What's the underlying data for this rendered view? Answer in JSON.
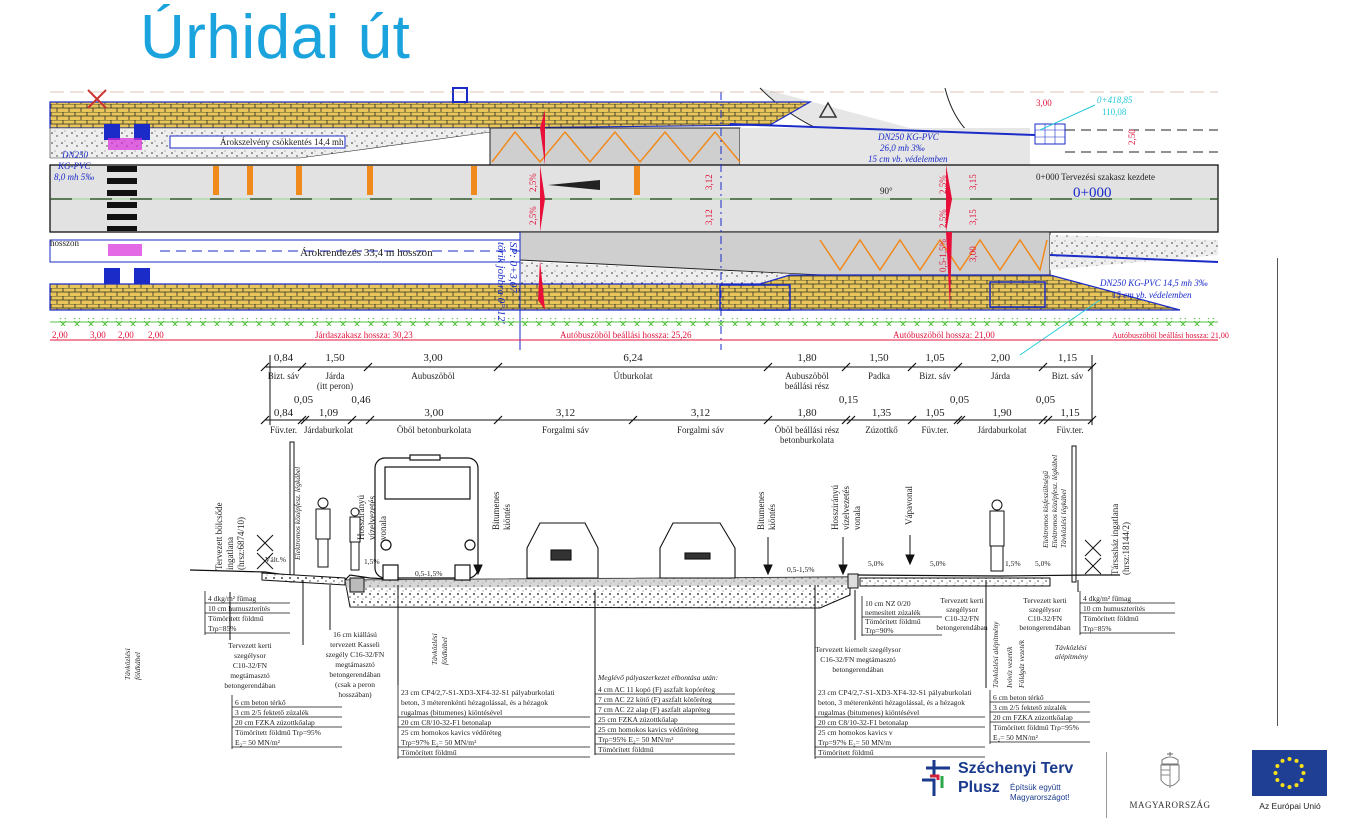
{
  "title": "Úrhidai út",
  "plan": {
    "pipe_left": [
      "DN250",
      "KG-PVC",
      "8,0 mh 5‰"
    ],
    "ditch_upper": "Árokszelvény csökkentés 14,4 mh",
    "ditch_lower": "Árokrendezés 33,4 m hosszon",
    "hosszon": "hosszon",
    "sp_label": "SP: 0+3,07",
    "tork_label": "törik jobbra 0° 12'",
    "pipe_upper_right": [
      "DN250 KG-PVC",
      "26,0 mh 3‰",
      "15 cm vb. védelemben"
    ],
    "pipe_lower_right": [
      "DN250 KG-PVC 14,5 mh 3‰",
      "15 cm vb. védelemben"
    ],
    "station_note": "0+000 Tervezési szakasz kezdete",
    "station": "0+000",
    "chainage": [
      "0+418,85",
      "110,08"
    ],
    "slopes": [
      "2,5%",
      "2,5%",
      "0,5-1,5%"
    ],
    "dims_v": [
      "3,12",
      "3,12",
      "3,15",
      "3,15",
      "3,00",
      "2,50"
    ],
    "dim_top": "3,00",
    "angle": "90°",
    "bottom_dims": [
      "2,00",
      "3,00",
      "2,00",
      "2,00"
    ],
    "lengths": [
      "Járdaszakasz hossza: 30,23",
      "Autóbuszöböl beállási hossza: 25,26",
      "Autóbuszöböl hossza: 21,00",
      "Autóbuszöböl beállási hossza: 21,00"
    ]
  },
  "dimensions": {
    "row1": [
      {
        "value": "0,84",
        "label": "Bizt. sáv"
      },
      {
        "value": "1,50",
        "label": "Járda",
        "label2": "(itt peron)"
      },
      {
        "value": "3,00",
        "label": "Aubuszöböl"
      },
      {
        "value": "6,24",
        "label": "Útburkolat"
      },
      {
        "value": "1,80",
        "label": "Aubuszöböl",
        "label2": "beállási rész"
      },
      {
        "value": "1,50",
        "label": "Padka"
      },
      {
        "value": "1,05",
        "label": "Bizt. sáv"
      },
      {
        "value": "2,00",
        "label": "Járda"
      },
      {
        "value": "1,15",
        "label": "Bizt. sáv"
      }
    ],
    "row2": [
      {
        "value": "0,84",
        "label": "Füv.ter."
      },
      {
        "value": "0,05",
        "label": ""
      },
      {
        "value": "1,09",
        "label": "Járdaburkolat"
      },
      {
        "value": "0,46",
        "label": ""
      },
      {
        "value": "3,00",
        "label": "Öböl betonburkolata"
      },
      {
        "value": "3,12",
        "label": "Forgalmi sáv"
      },
      {
        "value": "3,12",
        "label": "Forgalmi sáv"
      },
      {
        "value": "1,80",
        "label": "Öböl beállási rész",
        "label2": "betonburkolata"
      },
      {
        "value": "0,15",
        "label": ""
      },
      {
        "value": "1,35",
        "label": "Zúzottkő"
      },
      {
        "value": "1,05",
        "label": "Füv.ter."
      },
      {
        "value": "0,05",
        "label": ""
      },
      {
        "value": "1,90",
        "label": "Járdaburkolat"
      },
      {
        "value": "0,05",
        "label": ""
      },
      {
        "value": "1,15",
        "label": "Füv.ter."
      }
    ]
  },
  "section": {
    "left_property": [
      "Tervezett bölcsőde",
      "ingatlana",
      "(hrsz:6874/10)"
    ],
    "right_property": [
      "Társasház ingatlana",
      "(hrsz:18144/2)"
    ],
    "cable_left": "Elektromos középfesz. légkábel",
    "cable_right": [
      "Elektromos kisfeszültségű",
      "Elektromos középfesz. légkábel",
      "Távközlési légkábel"
    ],
    "drain_left": [
      "Hosszirányú",
      "vízelvezetés",
      "vonala"
    ],
    "bitumen_left": [
      "Bitumenes",
      "kiöntés"
    ],
    "bitumen_right": [
      "Bitumenes",
      "kiöntés"
    ],
    "drain_right": [
      "Hosszirányú",
      "vízelvezetés",
      "vonala"
    ],
    "valley": "Vápavonal",
    "slopes": [
      "Vált.%",
      "1,5%",
      "0,5-1,5%",
      "0,5-1,5%",
      "5,0%",
      "5,0%",
      "1,5%",
      "5,0%"
    ],
    "telecom": [
      "Távközlési",
      "földkábel"
    ],
    "curb_left": [
      "Tervezett kerti",
      "szegélysor",
      "C10-32/FN",
      "megtámasztó",
      "betongerendában"
    ],
    "curb_kassel": [
      "16 cm kiállású",
      "tervezett Kasseli",
      "szegély C16-32/FN",
      "megtámasztó",
      "betongerendában",
      "(csak a peron",
      "hosszában)"
    ],
    "curb_raised": [
      "Tervezett kiemelt szegélysor",
      "C16-32/FN megtámasztó",
      "betongerendában"
    ],
    "curb_right1": [
      "Tervezett kerti",
      "szegélysor",
      "C10-32/FN",
      "betongerendában"
    ],
    "curb_right2": [
      "Tervezett kerti",
      "szegélysor",
      "C10-32/FN",
      "betongerendában"
    ],
    "utilities_right": [
      "Földgáz vezeték",
      "Ivóvíz vezeték",
      "Távközlési alépítmény"
    ],
    "telecom_right": [
      "Távközlési",
      "alépítmény"
    ]
  },
  "layers": {
    "grass_left": [
      "4 dkg/m² fűmag",
      "10 cm humuszterítés",
      "Tömörített földmű",
      "Trρ=85%"
    ],
    "grass_right": [
      "4 dkg/m² fűmag",
      "10 cm humuszterítés",
      "Tömörített földmű",
      "Trρ=85%"
    ],
    "sidewalk_left": [
      "6 cm beton térkő",
      "3 cm 2/5 fektető zúzalék",
      "20 cm FZKA zúzottkőalap",
      "Tömörített földmű Trρ=95%",
      "E₂= 50 MN/m²"
    ],
    "sidewalk_right": [
      "6 cm beton térkő",
      "3 cm 2/5 fektető zúzalék",
      "20 cm FZKA zúzottkőalap",
      "Tömörített földmű Trρ=95%",
      "E₂= 50 MN/m²"
    ],
    "bay_left": [
      "23 cm CP4/2,7-S1-XD3-XF4-32-S1 pályaburkolati",
      "beton, 3 méterenkénti hézagolással, és a hézagok",
      "rugalmas (bitumenes) kiöntésével",
      "20 cm C8/10-32-F1 betonalap",
      "25 cm homokos kavics védőréteg",
      "Trρ=97% E₂= 50 MN/m²",
      "Tömörített földmű"
    ],
    "existing_title": "Meglévő pályaszerkezet elbontása után:",
    "existing": [
      "4 cm AC 11 kopó (F) aszfalt kopóréteg",
      "7 cm AC 22 kötő (F) aszfalt kötőréteg",
      "7 cm AC 22 alap (F) aszfalt alapréteg",
      "25 cm FZKA zúzottkőalap",
      "25 cm homokos kavics védőréteg",
      "Trρ=95% E₂= 50 MN/m²",
      "Tömörített földmű"
    ],
    "bay_right": [
      "23 cm CP4/2,7-S1-XD3-XF4-32-S1 pályaburkolati",
      "beton, 3 méterenkénti hézagolással, és a hézagok",
      "rugalmas (bitumenes) kiöntésével",
      "20 cm C8/10-32-F1 betonalap",
      "25 cm homokos kavics v",
      "Trρ=97% E₂= 50 MN/m",
      "Tömörített földmű"
    ],
    "shoulder": [
      "10 cm NZ 0/20",
      "nemesített zúzalék",
      "Tömörített földmű",
      "Trρ=90%"
    ]
  },
  "logos": {
    "szechenyi_1": "Széchenyi Terv",
    "szechenyi_2": "Plusz",
    "szechenyi_slogan": [
      "Építsük együtt",
      "Magyarországot!"
    ],
    "hungary": "MAGYARORSZÁG",
    "eu": "Az Európai Unió"
  }
}
